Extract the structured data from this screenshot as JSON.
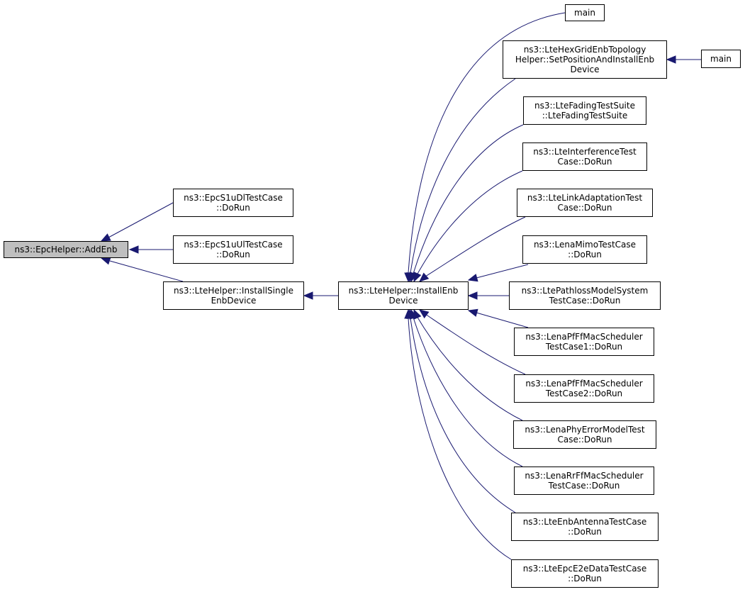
{
  "diagram": {
    "edge_color": "#191970",
    "root_fill": "#bfbfbf",
    "nodes": {
      "addenb": {
        "lines": [
          "ns3::EpcHelper::AddEnb"
        ],
        "current": true
      },
      "s1udl": {
        "lines": [
          "ns3::EpcS1uDlTestCase",
          "::DoRun"
        ]
      },
      "s1uul": {
        "lines": [
          "ns3::EpcS1uUlTestCase",
          "::DoRun"
        ]
      },
      "installsingle": {
        "lines": [
          "ns3::LteHelper::InstallSingle",
          "EnbDevice"
        ]
      },
      "installenb": {
        "lines": [
          "ns3::LteHelper::InstallEnb",
          "Device"
        ]
      },
      "main1": {
        "lines": [
          "main"
        ]
      },
      "hexgrid": {
        "lines": [
          "ns3::LteHexGridEnbTopology",
          "Helper::SetPositionAndInstallEnb",
          "Device"
        ]
      },
      "main2": {
        "lines": [
          "main"
        ]
      },
      "fading": {
        "lines": [
          "ns3::LteFadingTestSuite",
          "::LteFadingTestSuite"
        ]
      },
      "interference": {
        "lines": [
          "ns3::LteInterferenceTest",
          "Case::DoRun"
        ]
      },
      "linkadapt": {
        "lines": [
          "ns3::LteLinkAdaptationTest",
          "Case::DoRun"
        ]
      },
      "mimo": {
        "lines": [
          "ns3::LenaMimoTestCase",
          "::DoRun"
        ]
      },
      "pathloss": {
        "lines": [
          "ns3::LtePathlossModelSystem",
          "TestCase::DoRun"
        ]
      },
      "pfff1": {
        "lines": [
          "ns3::LenaPfFfMacScheduler",
          "TestCase1::DoRun"
        ]
      },
      "pfff2": {
        "lines": [
          "ns3::LenaPfFfMacScheduler",
          "TestCase2::DoRun"
        ]
      },
      "phyerror": {
        "lines": [
          "ns3::LenaPhyErrorModelTest",
          "Case::DoRun"
        ]
      },
      "rrff": {
        "lines": [
          "ns3::LenaRrFfMacScheduler",
          "TestCase::DoRun"
        ]
      },
      "antenna": {
        "lines": [
          "ns3::LteEnbAntennaTestCase",
          "::DoRun"
        ]
      },
      "e2e": {
        "lines": [
          "ns3::LteEpcE2eDataTestCase",
          "::DoRun"
        ]
      }
    },
    "edges": [
      {
        "from": "s1udl",
        "to": "addenb"
      },
      {
        "from": "s1uul",
        "to": "addenb"
      },
      {
        "from": "installsingle",
        "to": "addenb"
      },
      {
        "from": "installenb",
        "to": "installsingle"
      },
      {
        "from": "main1",
        "to": "installenb"
      },
      {
        "from": "hexgrid",
        "to": "installenb"
      },
      {
        "from": "main2",
        "to": "hexgrid"
      },
      {
        "from": "fading",
        "to": "installenb"
      },
      {
        "from": "interference",
        "to": "installenb"
      },
      {
        "from": "linkadapt",
        "to": "installenb"
      },
      {
        "from": "mimo",
        "to": "installenb"
      },
      {
        "from": "pathloss",
        "to": "installenb"
      },
      {
        "from": "pfff1",
        "to": "installenb"
      },
      {
        "from": "pfff2",
        "to": "installenb"
      },
      {
        "from": "phyerror",
        "to": "installenb"
      },
      {
        "from": "rrff",
        "to": "installenb"
      },
      {
        "from": "antenna",
        "to": "installenb"
      },
      {
        "from": "e2e",
        "to": "installenb"
      }
    ]
  }
}
